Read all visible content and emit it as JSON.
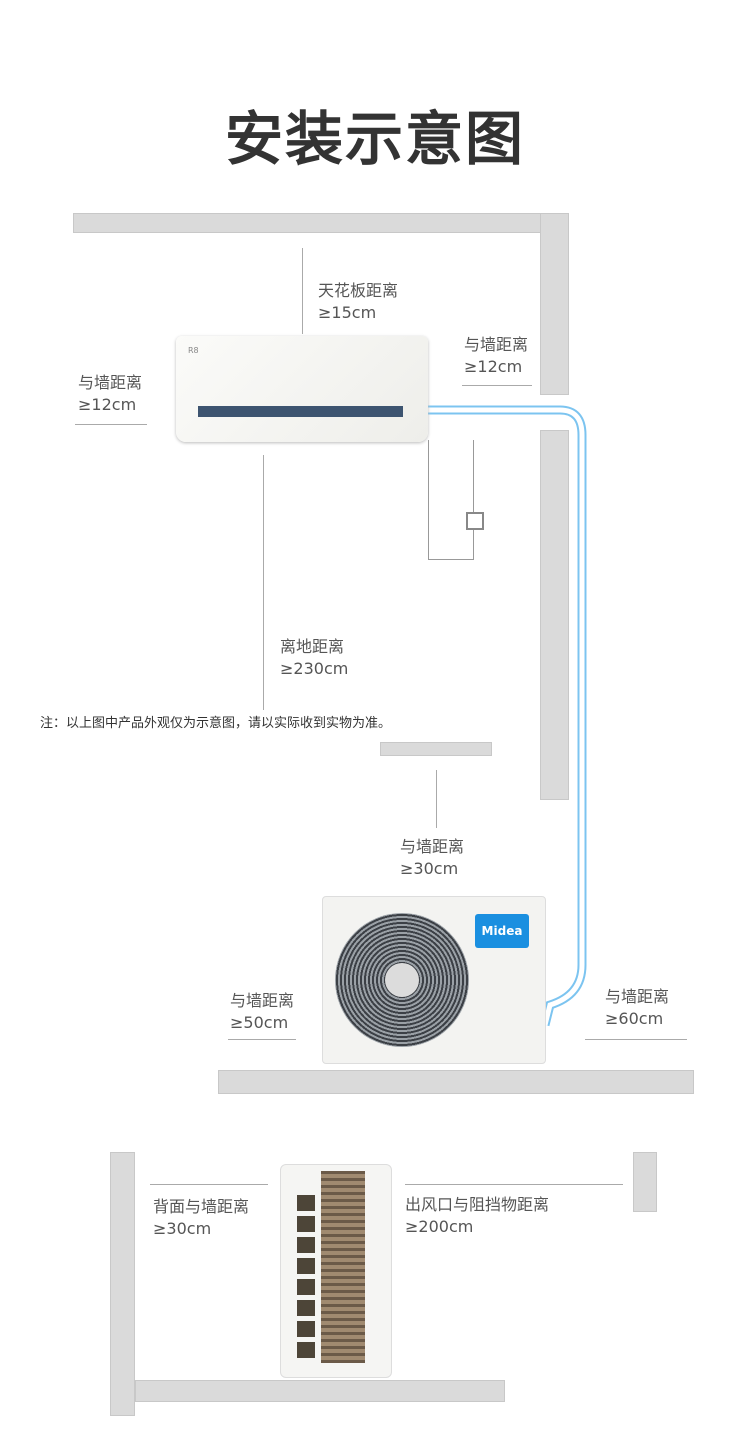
{
  "title": "安装示意图",
  "labels": {
    "ceiling": [
      "天花板距离",
      "≥15cm"
    ],
    "indoor_left_wall": [
      "与墙距离",
      "≥12cm"
    ],
    "indoor_right_wall": [
      "与墙距离",
      "≥12cm"
    ],
    "floor": [
      "离地距离",
      "≥230cm"
    ],
    "outdoor_top": [
      "与墙距离",
      "≥30cm"
    ],
    "outdoor_left": [
      "与墙距离",
      "≥50cm"
    ],
    "outdoor_right": [
      "与墙距离",
      "≥60cm"
    ],
    "side_back": [
      "背面与墙距离",
      "≥30cm"
    ],
    "side_outlet": [
      "出风口与阻挡物距离",
      "≥200cm"
    ]
  },
  "note": "注：以上图中产品外观仅为示意图，请以实际收到实物为准。",
  "brand": "Midea",
  "colors": {
    "pipe": "#7cc4f0",
    "brand": "#1a8fe0",
    "wall": "#dadada"
  }
}
